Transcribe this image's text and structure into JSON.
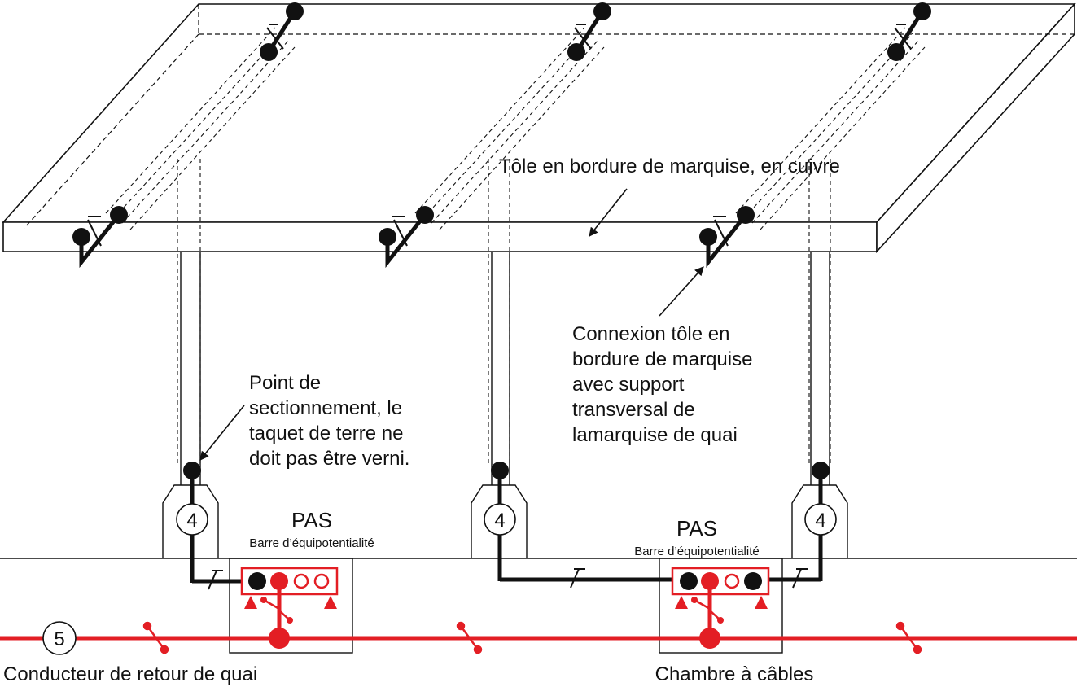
{
  "labels": {
    "tole_bordure": "Tôle en bordure de marquise, en cuivre",
    "connexion": [
      "Connexion tôle en",
      "bordure de marquise",
      "avec support",
      "transversal de",
      "lamarquise de quai"
    ],
    "point_sectionnement": [
      "Point de",
      "sectionnement, le",
      "taquet de terre ne",
      "doit pas être verni."
    ],
    "pas_left": "PAS",
    "barre_left": "Barre d’équipotentialité",
    "pas_right": "PAS",
    "barre_right": "Barre d’équipotentialité",
    "conducteur_retour": "Conducteur de retour de quai",
    "chambre_cables": "Chambre à câbles"
  },
  "markers": {
    "support_number": "4",
    "return_number": "5"
  },
  "colors": {
    "line": "#111111",
    "earth_red": "#e31e24",
    "background": "#ffffff"
  }
}
